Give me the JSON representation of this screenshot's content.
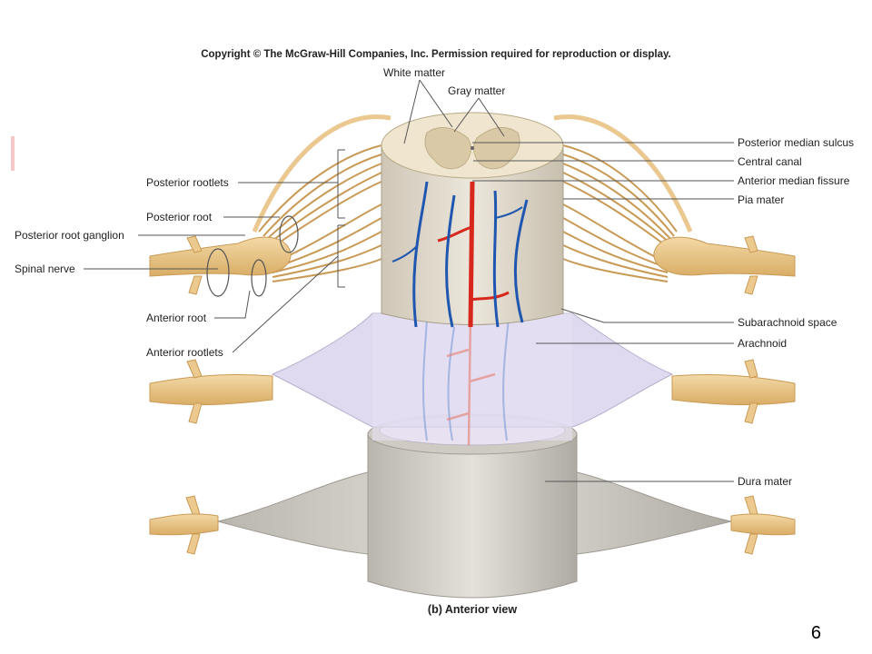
{
  "copyright": "Copyright © The McGraw-Hill Companies, Inc. Permission required for reproduction or display.",
  "caption": "(b) Anterior view",
  "slide_number": "6",
  "labels": {
    "white_matter": "White matter",
    "gray_matter": "Gray matter",
    "posterior_median_sulcus": "Posterior median sulcus",
    "central_canal": "Central canal",
    "anterior_median_fissure": "Anterior median fissure",
    "pia_mater": "Pia mater",
    "posterior_rootlets": "Posterior rootlets",
    "posterior_root": "Posterior root",
    "posterior_root_ganglion": "Posterior root ganglion",
    "spinal_nerve": "Spinal nerve",
    "anterior_root": "Anterior root",
    "anterior_rootlets": "Anterior rootlets",
    "subarachnoid_space": "Subarachnoid space",
    "arachnoid": "Arachnoid",
    "dura_mater": "Dura mater"
  },
  "colors": {
    "nerve": "#ecc98e",
    "nerve_dark": "#c99a55",
    "cord_white_matter": "#efe4cb",
    "cord_gray_matter": "#d9c8a4",
    "artery": "#d8271d",
    "vein": "#1f57b0",
    "arachnoid": "#cfc8e6",
    "dura": "#d9d6cf",
    "leader_line": "#555555"
  }
}
